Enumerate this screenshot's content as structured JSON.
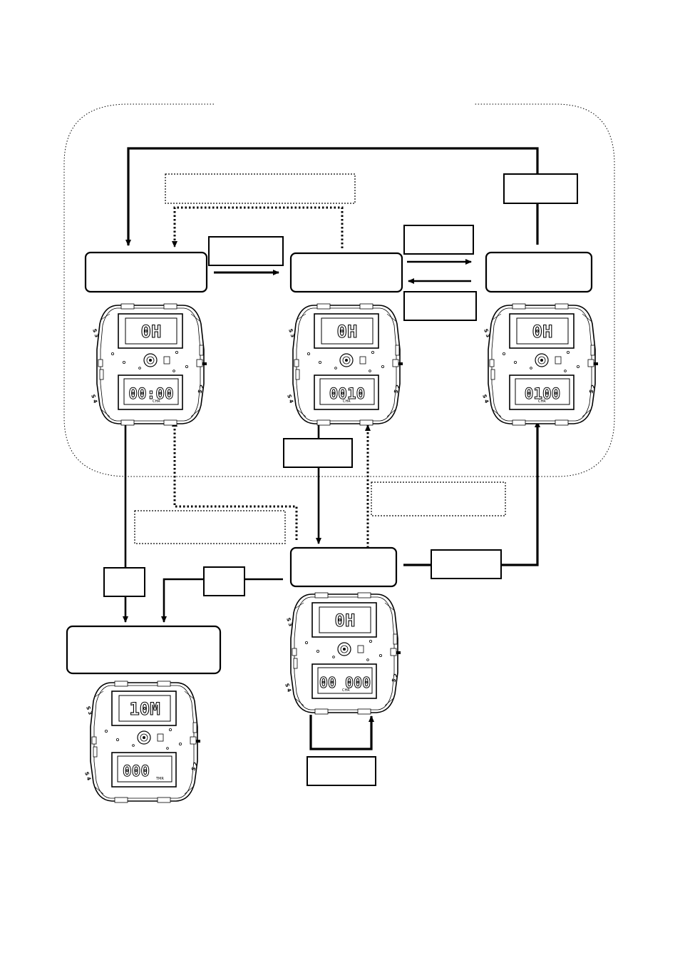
{
  "diagram": {
    "title": "",
    "state_boxes": [
      {
        "id": "state-stop",
        "text": ""
      },
      {
        "id": "state-run",
        "text": ""
      },
      {
        "id": "state-split",
        "text": ""
      },
      {
        "id": "state-reset",
        "text": ""
      },
      {
        "id": "state-timer",
        "text": ""
      }
    ],
    "button_labels": [
      "",
      "",
      "",
      "",
      "",
      "",
      "",
      "",
      ""
    ],
    "note_labels": [
      "",
      "",
      ""
    ],
    "watches": [
      {
        "top": "0H",
        "bottom": "00:00",
        "mark": "CHR"
      },
      {
        "top": "0H",
        "bottom": "0010",
        "mark": "CHR"
      },
      {
        "top": "0H",
        "bottom": "0100",
        "mark": "CHR"
      },
      {
        "top": "0H",
        "bottom": "00 000",
        "mark": "CHR"
      },
      {
        "top": "10M",
        "bottom": "000",
        "mark": "TMR"
      }
    ],
    "watch_button_marks": {
      "s2": "S 2",
      "s3": "S 3",
      "s4": "S 4"
    }
  }
}
